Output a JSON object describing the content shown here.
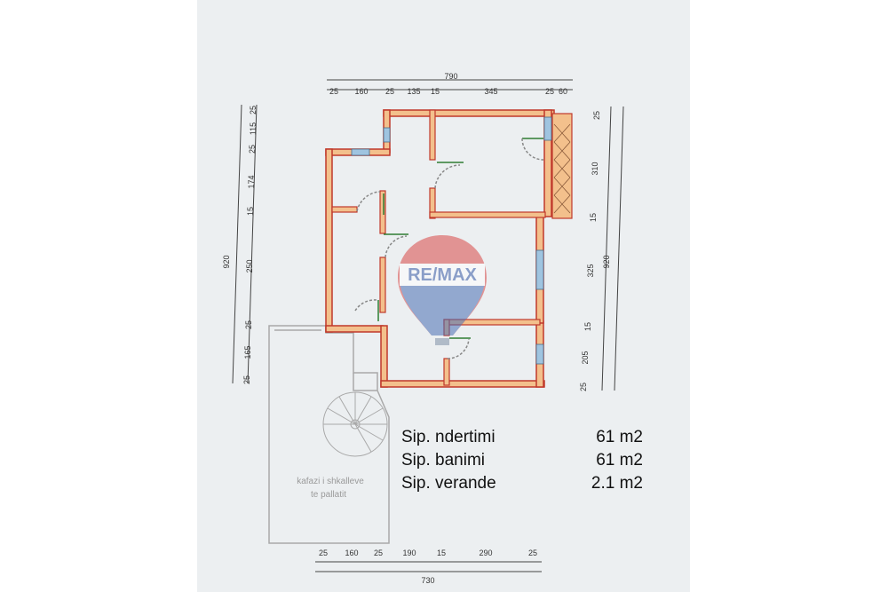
{
  "logo": {
    "text": "RE/MAX"
  },
  "dimensions": {
    "top_total": "790",
    "top_segments": [
      "25",
      "160",
      "25",
      "135",
      "15",
      "345",
      "25",
      "60"
    ],
    "left_total": "920",
    "left_segments": [
      "25",
      "115",
      "25",
      "174",
      "15",
      "250",
      "25",
      "165",
      "25"
    ],
    "right_total": "920",
    "right_segments": [
      "25",
      "310",
      "15",
      "325",
      "15",
      "205",
      "25"
    ],
    "bottom_total": "730",
    "bottom_segments": [
      "25",
      "160",
      "25",
      "190",
      "15",
      "290",
      "25"
    ]
  },
  "stair_label": {
    "line1": "kafazi i shkalleve",
    "line2": "te pallatit"
  },
  "areas": [
    {
      "label": "Sip. ndertimi",
      "value": "61 m2"
    },
    {
      "label": "Sip. banimi",
      "value": "61 m2"
    },
    {
      "label": "Sip. verande",
      "value": "2.1 m2"
    }
  ],
  "colors": {
    "wall_fill": "#f3c08c",
    "wall_stroke": "#c0392b",
    "paper": "#eceff1",
    "door": "#2e7d32",
    "window": "#9fc4e0"
  }
}
